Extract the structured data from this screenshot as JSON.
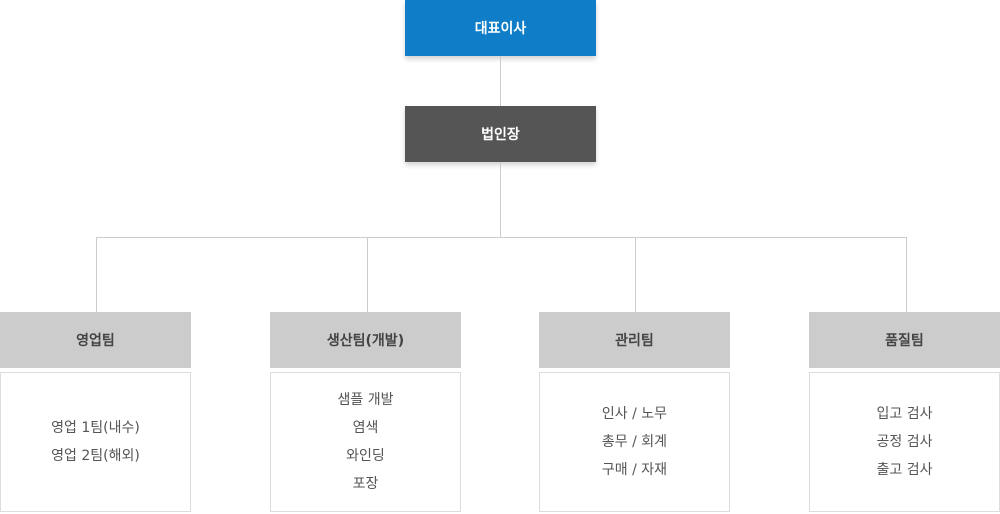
{
  "ceo": {
    "label": "대표이사",
    "color": "#0f7dc7"
  },
  "corp_head": {
    "label": "법인장",
    "color": "#555555"
  },
  "teams": [
    {
      "label": "영업팀",
      "items": [
        "영업 1팀(내수)",
        "영업 2팀(해외)"
      ]
    },
    {
      "label": "생산팀(개발)",
      "items": [
        "샘플 개발",
        "염색",
        "와인딩",
        "포장"
      ]
    },
    {
      "label": "관리팀",
      "items": [
        "인사 / 노무",
        "총무 / 회계",
        "구매 / 자재"
      ]
    },
    {
      "label": "품질팀",
      "items": [
        "입고 검사",
        "공정 검사",
        "출고 검사"
      ]
    }
  ]
}
